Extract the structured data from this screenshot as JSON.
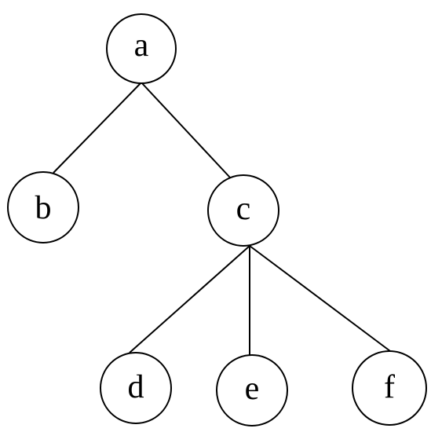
{
  "tree": {
    "nodes": [
      {
        "id": "a",
        "label": "a"
      },
      {
        "id": "b",
        "label": "b"
      },
      {
        "id": "c",
        "label": "c"
      },
      {
        "id": "d",
        "label": "d"
      },
      {
        "id": "e",
        "label": "e"
      },
      {
        "id": "f",
        "label": "f"
      }
    ],
    "edges": [
      {
        "from": "a",
        "to": "b"
      },
      {
        "from": "a",
        "to": "c"
      },
      {
        "from": "c",
        "to": "d"
      },
      {
        "from": "c",
        "to": "e"
      },
      {
        "from": "c",
        "to": "f"
      }
    ]
  }
}
